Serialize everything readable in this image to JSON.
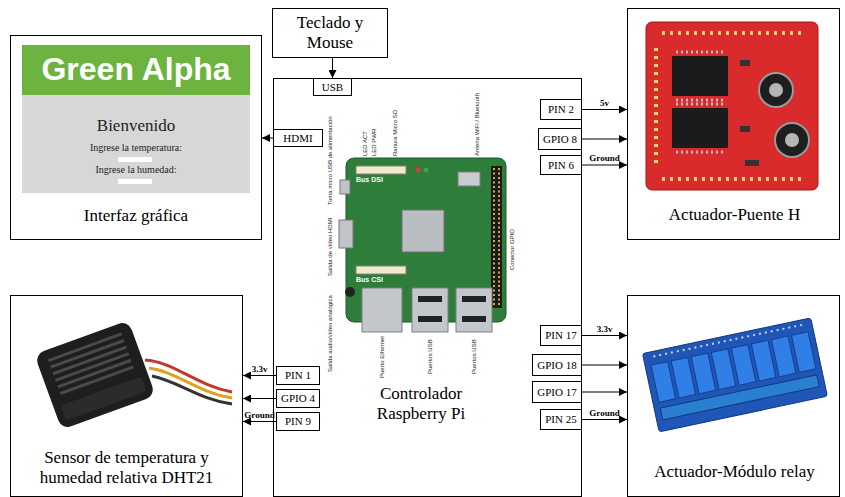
{
  "diagram": {
    "nodes": [
      {
        "text": [
          "Teclado y Mouse"
        ]
      },
      {
        "text": [
          "Interfaz gráfica"
        ]
      },
      {
        "text": [
          "Controlador Raspberry Pi"
        ]
      },
      {
        "text": [
          "USB"
        ],
        "in": 2
      },
      {
        "text": [
          "HDMI"
        ],
        "in": 2
      },
      {
        "text": [
          "PIN 2"
        ],
        "in": 2
      },
      {
        "text": [
          "GPIO 8"
        ],
        "in": 2
      },
      {
        "text": [
          "PIN 6"
        ],
        "in": 2
      },
      {
        "text": [
          "Actuador-Puente H"
        ]
      },
      {
        "text": [
          "Sensor de temperatura y humedad relativa DHT21"
        ]
      },
      {
        "text": [
          "PIN 1"
        ],
        "in": 2
      },
      {
        "text": [
          "GPIO 4"
        ],
        "in": 2
      },
      {
        "text": [
          "PIN 9"
        ],
        "in": 2
      },
      {
        "text": [
          "PIN 17"
        ],
        "in": 2
      },
      {
        "text": [
          "GPIO 18"
        ],
        "in": 2
      },
      {
        "text": [
          "GPIO 17"
        ],
        "in": 2
      },
      {
        "text": [
          "PIN 25"
        ],
        "in": 2
      },
      {
        "text": [
          "Actuador-Módulo relay"
        ]
      }
    ],
    "edges": [
      {
        "from": 0,
        "to": 3,
        "arrow": "to"
      },
      {
        "from": 4,
        "to": 1,
        "arrow": "to"
      },
      {
        "from": 5,
        "to": 8,
        "label": "5v",
        "arrow": "to"
      },
      {
        "from": 6,
        "to": 8,
        "arrow": "to"
      },
      {
        "from": 7,
        "to": 8,
        "label": "Ground",
        "arrow": "to"
      },
      {
        "from": 10,
        "to": 9,
        "label": "3.3v",
        "arrow": "to"
      },
      {
        "from": 11,
        "to": 9,
        "arrow": "to"
      },
      {
        "from": 12,
        "to": 9,
        "label": "Ground",
        "arrow": "to"
      },
      {
        "from": 13,
        "to": 17,
        "label": "3.3v",
        "arrow": "to"
      },
      {
        "from": 14,
        "to": 17,
        "arrow": "to"
      },
      {
        "from": 15,
        "to": 17,
        "arrow": "to"
      },
      {
        "from": 16,
        "to": 17,
        "label": "Ground",
        "arrow": "to"
      }
    ],
    "labels": [
      "Green Alpha",
      "Bienvenido",
      "Ingrese la temperatura:",
      "Ingrese la humedad:",
      "LED ACT",
      "LED PWR",
      "Ranura Micro SD",
      "Antena WiFi / Bluetooth",
      "Bus DSI",
      "Toma micro USB de alimentación",
      "Salida de vídeo HDMI",
      "Bus CSI",
      "Salida audio/vídeo analógica",
      "Conector GPIO",
      "Puerto Ethernet",
      "Puertos USB",
      "Puertos USB"
    ]
  }
}
